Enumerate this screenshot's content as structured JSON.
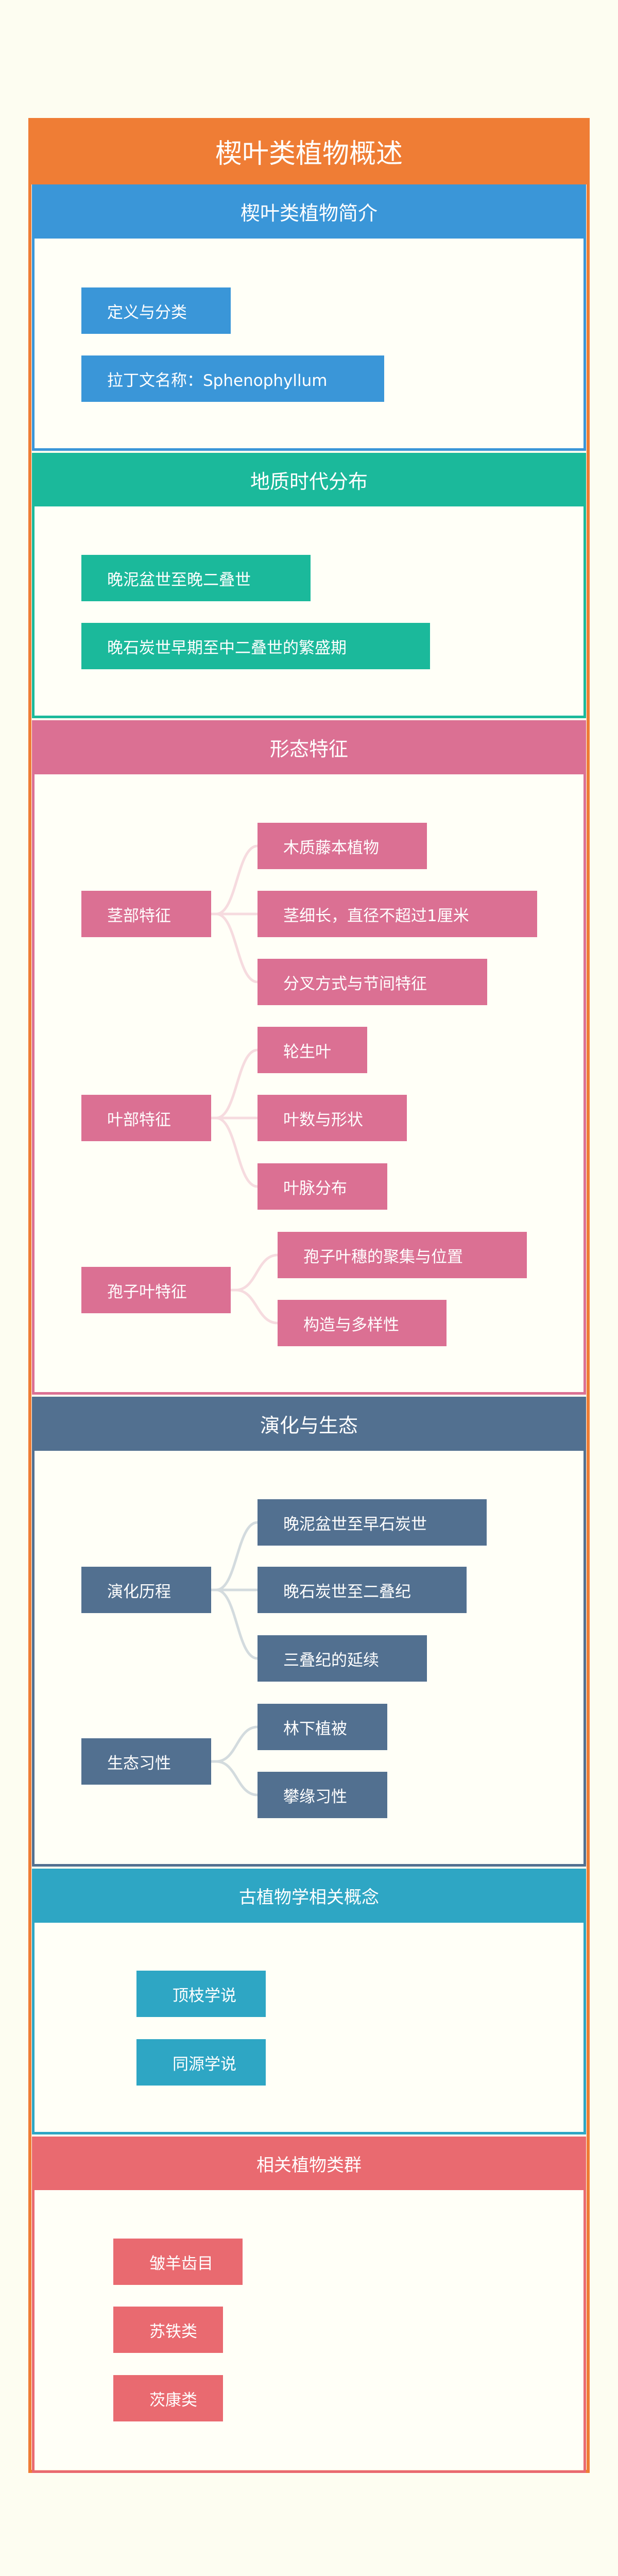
{
  "title": "楔叶类植物概述",
  "colors": {
    "title": "#ef7d35",
    "intro": "#3a96d8",
    "geology": "#1bb99b",
    "morphology": "#db7093",
    "evolution": "#527090",
    "concepts": "#2ea6c4",
    "related": "#e96a70",
    "background": "#fdfdf1"
  },
  "sections": [
    {
      "title": "楔叶类植物简介",
      "items": [
        "定义与分类",
        "拉丁文名称：Sphenophyllum"
      ]
    },
    {
      "title": "地质时代分布",
      "items": [
        "晚泥盆世至晚二叠世",
        "晚石炭世早期至中二叠世的繁盛期"
      ]
    },
    {
      "title": "形态特征",
      "groups": [
        {
          "label": "茎部特征",
          "children": [
            "木质藤本植物",
            "茎细长，直径不超过1厘米",
            "分叉方式与节间特征"
          ]
        },
        {
          "label": "叶部特征",
          "children": [
            "轮生叶",
            "叶数与形状",
            "叶脉分布"
          ]
        },
        {
          "label": "孢子叶特征",
          "children": [
            "孢子叶穗的聚集与位置",
            "构造与多样性"
          ]
        }
      ]
    },
    {
      "title": "演化与生态",
      "groups": [
        {
          "label": "演化历程",
          "children": [
            "晚泥盆世至早石炭世",
            "晚石炭世至二叠纪",
            "三叠纪的延续"
          ]
        },
        {
          "label": "生态习性",
          "children": [
            "林下植被",
            "攀缘习性"
          ]
        }
      ]
    },
    {
      "title": "古植物学相关概念",
      "items": [
        "顶枝学说",
        "同源学说"
      ]
    },
    {
      "title": "相关植物类群",
      "items": [
        "皱羊齿目",
        "苏铁类",
        "茨康类"
      ]
    }
  ]
}
